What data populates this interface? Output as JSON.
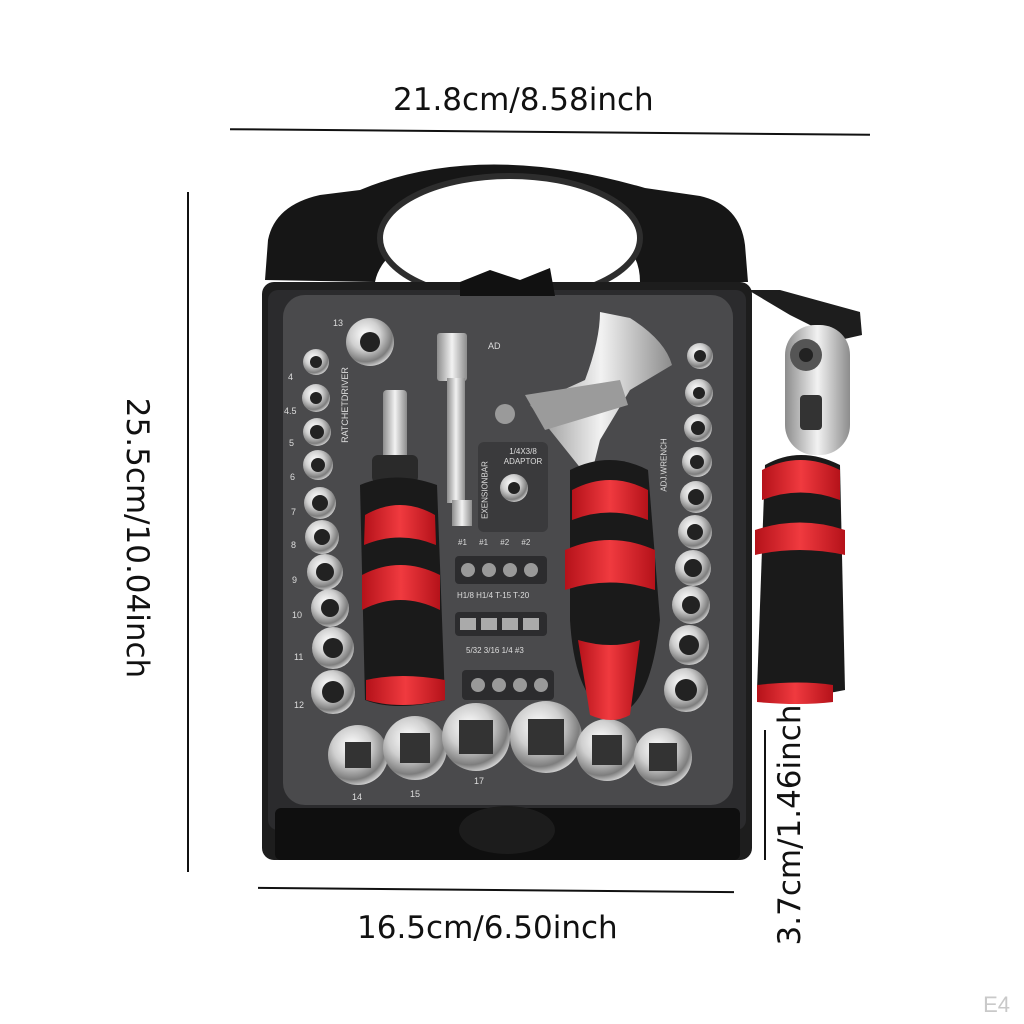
{
  "dimensions": {
    "width_label": "21.8cm/8.58inch",
    "height_label": "25.5cm/10.04inch",
    "base_width_label": "16.5cm/6.50inch",
    "depth_label": "3.7cm/1.46inch"
  },
  "watermark": "E4",
  "toolbox": {
    "labels": {
      "ratchet_driver": "RATCHETDRIVER",
      "extension_bar": "EXENSIONBAR",
      "adaptor": "1/4X3/8 ADAPTOR",
      "adj_wrench": "ADJ.WRENCH",
      "ad": "AD"
    },
    "left_socket_sizes": [
      "13",
      "4",
      "4.5",
      "5",
      "6",
      "7",
      "8",
      "9",
      "10",
      "11",
      "12"
    ],
    "bottom_socket_sizes": [
      "14",
      "15",
      "17"
    ],
    "bit_row_1": [
      "#1",
      "#1",
      "#2",
      "#2"
    ],
    "bit_row_2": "H1/8 H1/4 T-15 T-20",
    "bit_row_3": "5/32 3/16 1/4 #3"
  },
  "colors": {
    "accent": "#e8222a",
    "case": "#1a1a1a",
    "tray": "#4a4a4c"
  }
}
